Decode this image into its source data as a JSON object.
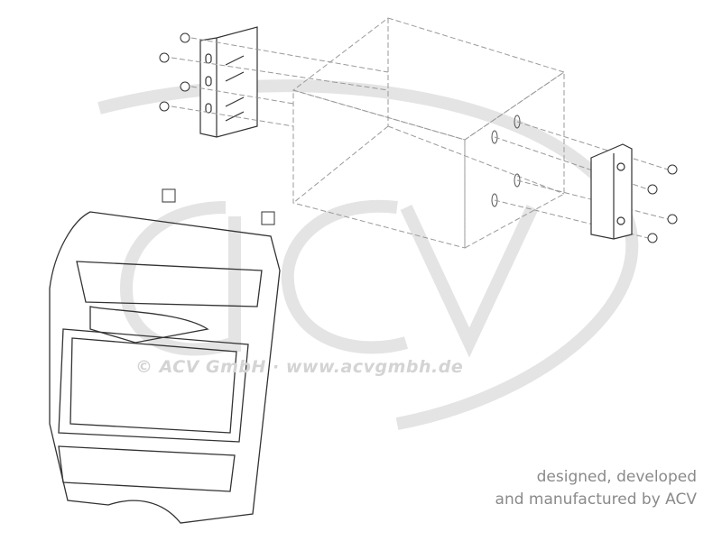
{
  "watermark": {
    "text": "© ACV GmbH · www.acvgmbh.de",
    "logo": "acv"
  },
  "credit": {
    "line1": "designed, developed",
    "line2": "and manufactured by ACV"
  },
  "colors": {
    "line": "#333333",
    "dashed": "#999999",
    "watermark": "#d4d4d4",
    "credit": "#8a8a8a"
  }
}
